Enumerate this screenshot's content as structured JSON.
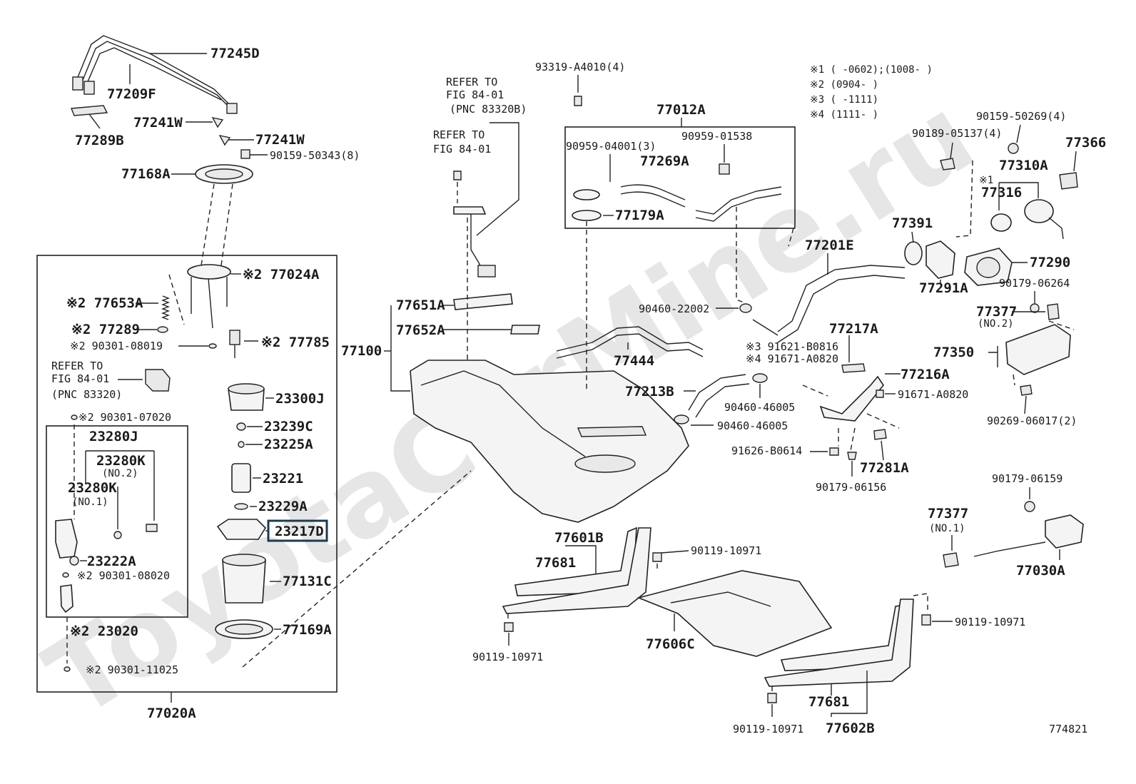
{
  "diagram": {
    "watermark": "ToyotaCarMine.ru",
    "figure_number": "774821",
    "legend": [
      "※1 (      -0602);(1008-      )",
      "※2 (0904-      )",
      "※3 (      -1111)",
      "※4 (1111-      )"
    ],
    "refer_notes": {
      "top_left": [
        "REFER TO",
        "FIG 84-01",
        "(PNC 83320B)"
      ],
      "top_right": [
        "REFER TO",
        "FIG 84-01"
      ],
      "left": [
        "REFER TO",
        "FIG 84-01",
        "(PNC 83320)"
      ]
    },
    "labels": {
      "p77245D": "77245D",
      "p77209F": "77209F",
      "p77241W_a": "77241W",
      "p77241W_b": "77241W",
      "p77289B": "77289B",
      "p90159_50343": "90159-50343(8)",
      "p77168A": "77168A",
      "p77024A": "※2 77024A",
      "p77653A": "※2 77653A",
      "p77289": "※2 77289",
      "p90301_08019": "※2 90301-08019",
      "p77785": "※2 77785",
      "p23300J": "23300J",
      "p90301_07020": "※2 90301-07020",
      "p23280J": "23280J",
      "p23280K_2": "23280K",
      "p23280K_2n": "(NO.2)",
      "p23280K_1": "23280K",
      "p23280K_1n": "(NO.1)",
      "p23239C": "23239C",
      "p23225A": "23225A",
      "p23221": "23221",
      "p23229A": "23229A",
      "p23217D": "23217D",
      "p23222A": "23222A",
      "p90301_08020": "※2 90301-08020",
      "p77131C": "77131C",
      "p23020": "※2 23020",
      "p77169A": "77169A",
      "p90301_11025": "※2 90301-11025",
      "p77020A": "77020A",
      "p93319": "93319-A4010(4)",
      "p77012A": "77012A",
      "p90959_04001": "90959-04001(3)",
      "p90959_01538": "90959-01538",
      "p77269A": "77269A",
      "p77179A": "77179A",
      "p77651A": "77651A",
      "p77652A": "77652A",
      "p77100": "77100",
      "p77444": "77444",
      "p77201E": "77201E",
      "p77391": "77391",
      "p90460_22002": "90460-22002",
      "p91621": "※3 91621-B0816",
      "p91671_a": "※4 91671-A0820",
      "p77217A": "77217A",
      "p77216A": "77216A",
      "p91671_b": "91671-A0820",
      "p77213B": "77213B",
      "p90460_46005_a": "90460-46005",
      "p90460_46005_b": "90460-46005",
      "p91626": "91626-B0614",
      "p77281A": "77281A",
      "p90179_06156": "90179-06156",
      "p90159_50269": "90159-50269(4)",
      "p90189_05137": "90189-05137(4)",
      "p77366": "77366",
      "p77310A": "77310A",
      "p77316": "77316",
      "p77316_mark": "※1",
      "p77290": "77290",
      "p77291A": "77291A",
      "p90179_06264": "90179-06264",
      "p77377_2": "77377",
      "p77377_2n": "(NO.2)",
      "p77350": "77350",
      "p90269_06017": "90269-06017(2)",
      "p90179_06159": "90179-06159",
      "p77377_1": "77377",
      "p77377_1n": "(NO.1)",
      "p77030A": "77030A",
      "p77601B": "77601B",
      "p77681_a": "77681",
      "p90119_a": "90119-10971",
      "p90119_b": "90119-10971",
      "p77606C": "77606C",
      "p90119_c": "90119-10971",
      "p77681_b": "77681",
      "p90119_d": "90119-10971",
      "p77602B": "77602B"
    },
    "highlighted_part": "23217D"
  }
}
